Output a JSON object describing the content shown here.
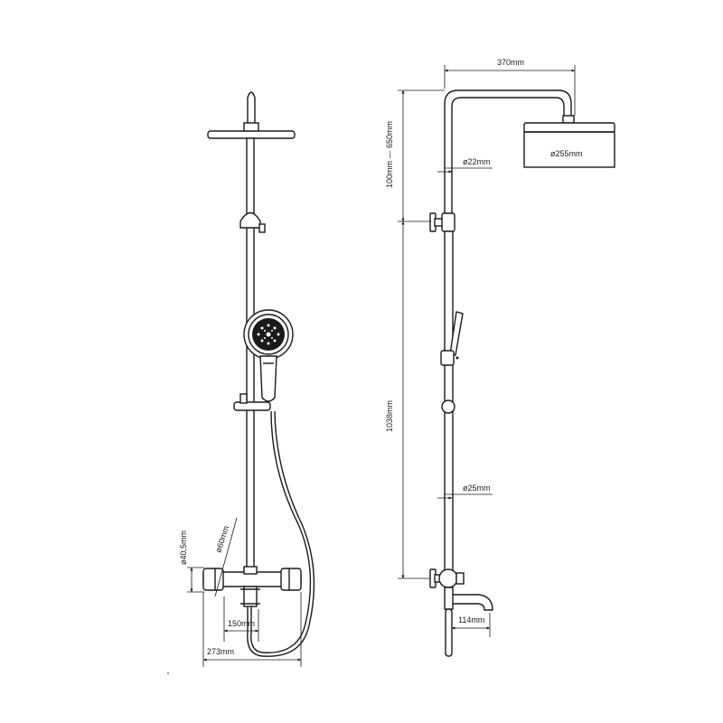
{
  "dimensions": {
    "width_370": "370mm",
    "height_650": "100mm — 650mm",
    "dia_22": "ø22mm",
    "dia_255": "ø255mm",
    "height_1038": "1038mm",
    "dia_25": "ø25mm",
    "spout_114": "114mm",
    "dia_405": "ø40,5mm",
    "dia_60": "ø60mm",
    "width_150": "150mm",
    "width_273": "273mm"
  }
}
